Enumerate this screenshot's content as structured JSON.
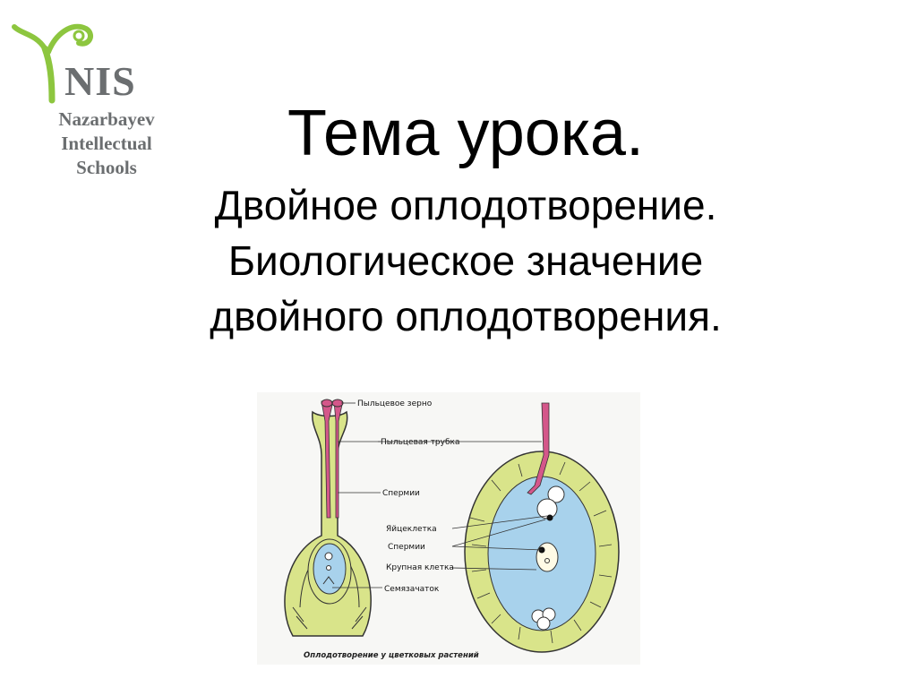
{
  "logo": {
    "abbrev": "NIS",
    "line1": "Nazarbayev",
    "line2": "Intellectual",
    "line3": "Schools",
    "colors": {
      "green": "#8dc63f",
      "gray": "#6b6e70"
    }
  },
  "title": {
    "main": "Тема урока.",
    "line1": "Двойное оплодотворение.",
    "line2": "Биологическое значение",
    "line3": "двойного оплодотворения."
  },
  "figure": {
    "labels": {
      "pollen_grain": "Пыльцевое зерно",
      "pollen_tube": "Пыльцевая трубка",
      "sperms": "Спермии",
      "egg_cell": "Яйцеклетка",
      "sperms2": "Спермии",
      "large_cell": "Крупная клетка",
      "ovule": "Семязачаток"
    },
    "caption": "Оплодотворение у цветковых растений",
    "colors": {
      "pistil": "#d9e48a",
      "embryo_sac": "#a8d2ec",
      "tube": "#d4578a",
      "outline": "#333333"
    }
  }
}
